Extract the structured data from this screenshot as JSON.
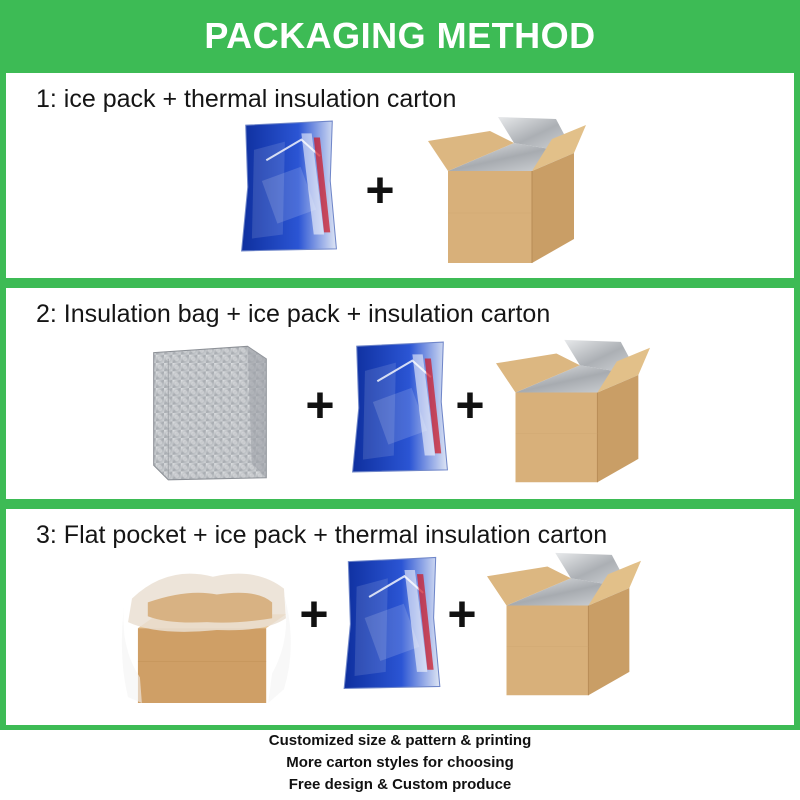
{
  "header": {
    "title": "PACKAGING METHOD"
  },
  "panels": [
    {
      "title": "1: ice pack + thermal insulation carton",
      "plus": [
        "+"
      ]
    },
    {
      "title": "2: Insulation bag + ice pack + insulation carton",
      "plus": [
        "+",
        "+"
      ]
    },
    {
      "title": "3: Flat pocket + ice pack + thermal insulation carton",
      "plus": [
        "+",
        "+"
      ]
    }
  ],
  "footer": {
    "lines": [
      "Customized size & pattern & printing",
      "More carton styles for choosing",
      "Free design & Custom produce"
    ]
  },
  "colors": {
    "accent_green": "#3dbb55",
    "carton": "#d8b07a",
    "ice_pack_blue": "#1a3fb8",
    "foil": "#b8bcc2"
  },
  "icons": [
    "ice-pack",
    "thermal-carton",
    "insulation-bag",
    "flat-pocket-box"
  ]
}
